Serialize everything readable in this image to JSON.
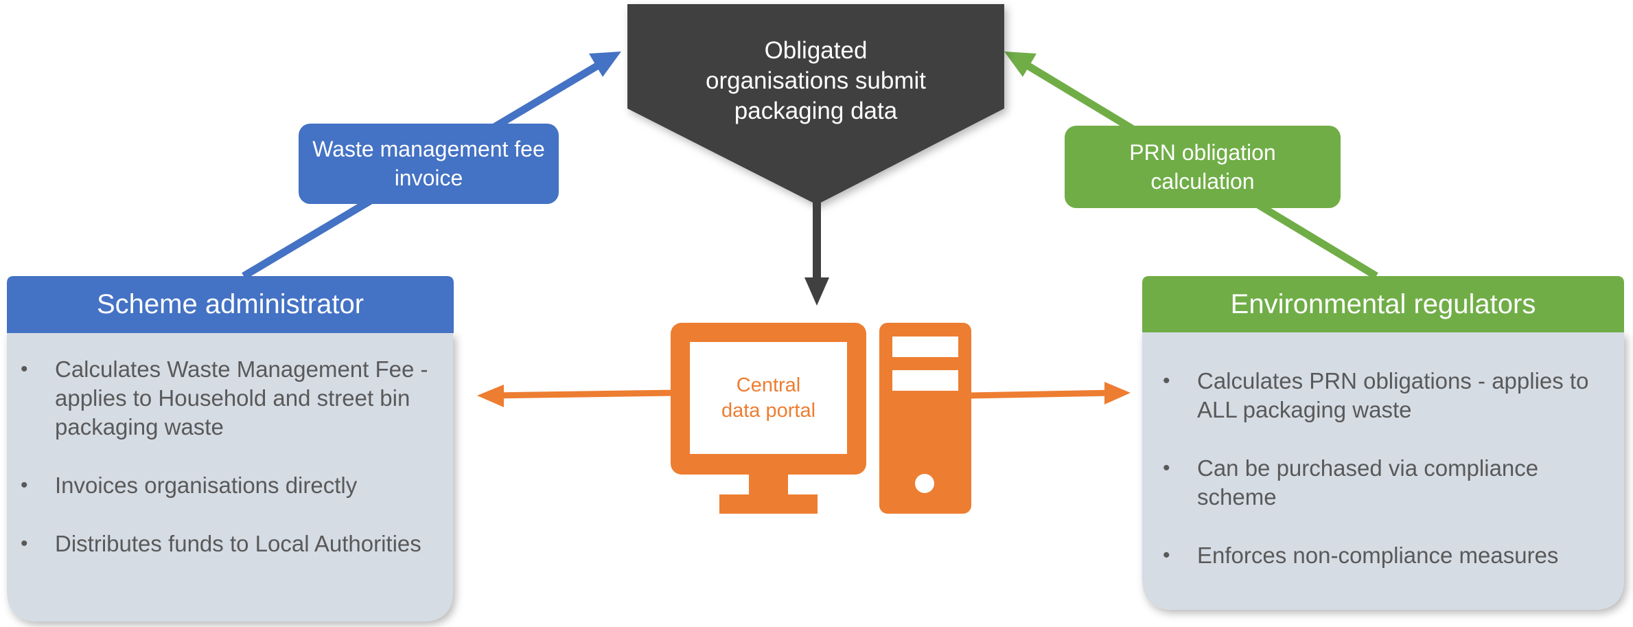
{
  "top_box": {
    "label": "Obligated organisations submit packaging data",
    "color": "#404040"
  },
  "left_label": {
    "text": "Waste management fee invoice",
    "color": "#4472c4"
  },
  "right_label": {
    "text": "PRN obligation calculation",
    "color": "#70ad47"
  },
  "computer": {
    "label": "Central data portal",
    "color": "#ed7d31"
  },
  "left_panel": {
    "title": "Scheme administrator",
    "header_color": "#4472c4",
    "body_color": "#d6dce4",
    "bullets": [
      "Calculates Waste Management Fee - applies to Household and street bin packaging waste",
      "Invoices organisations directly",
      "Distributes funds to Local Authorities"
    ]
  },
  "right_panel": {
    "title": "Environmental regulators",
    "header_color": "#70ad47",
    "body_color": "#d6dce4",
    "bullets": [
      "Calculates PRN obligations - applies to ALL packaging waste",
      "Can be purchased via compliance scheme",
      "Enforces non-compliance measures"
    ]
  },
  "bullet_glyph": "•"
}
